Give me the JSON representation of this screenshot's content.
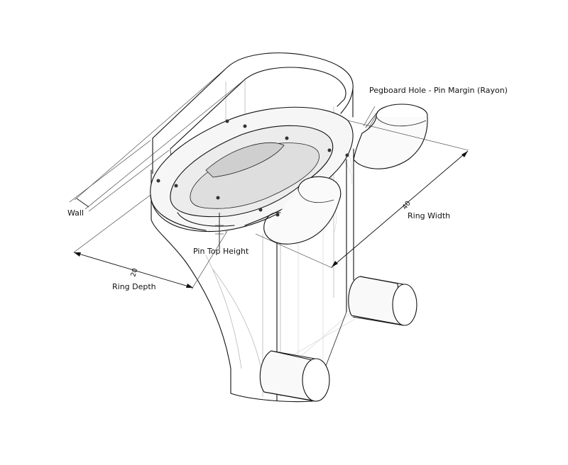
{
  "labels": {
    "pegboard_hole": "Pegboard Hole - Pin Margin (Rayon)",
    "wall": "Wall",
    "ring_width": "Ring Width",
    "pin_top_height": "Pin Top Height",
    "ring_depth": "Ring Depth"
  },
  "dimensions": {
    "ring_width_value": "40",
    "ring_depth_value": "20"
  }
}
